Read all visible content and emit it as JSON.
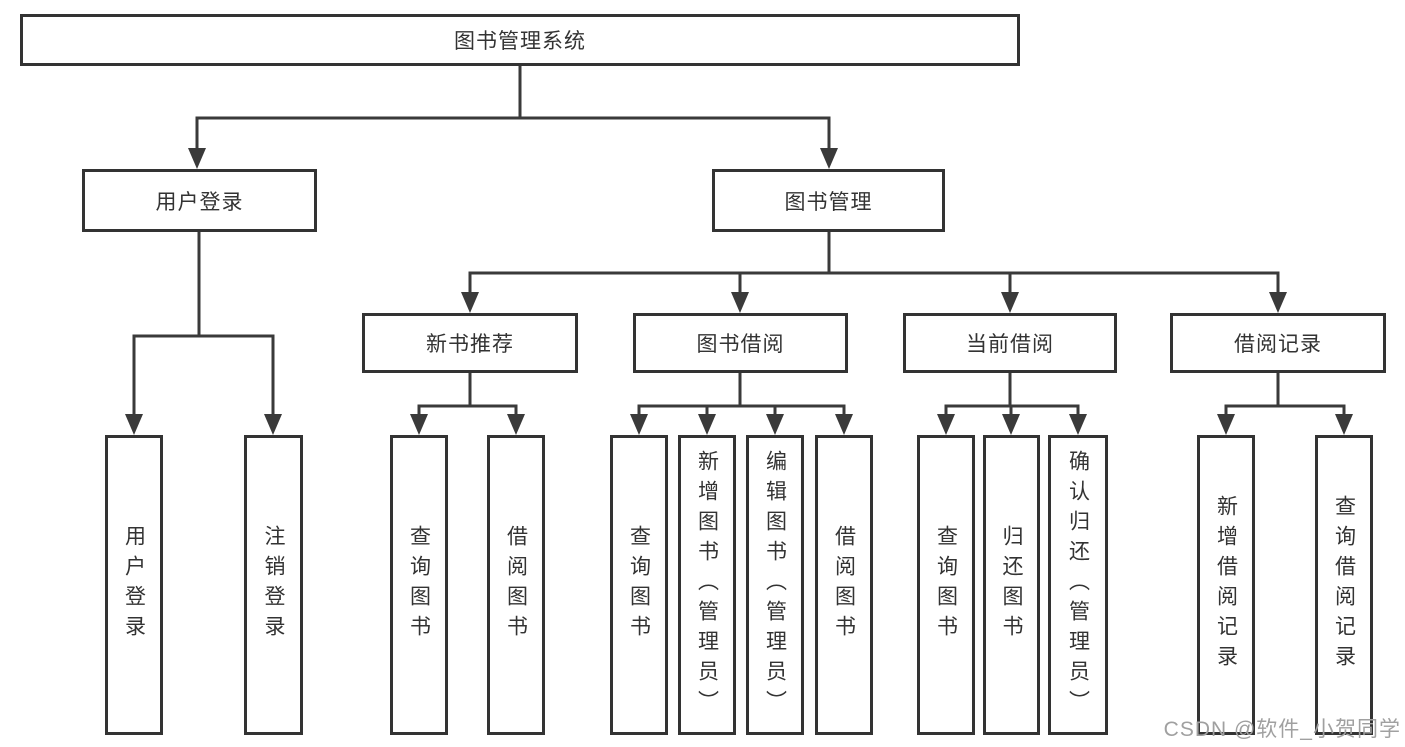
{
  "title": "图书管理系统",
  "tree": {
    "label": "图书管理系统",
    "children": [
      {
        "label": "用户登录",
        "children": [
          {
            "label": "用户登录"
          },
          {
            "label": "注销登录"
          }
        ]
      },
      {
        "label": "图书管理",
        "children": [
          {
            "label": "新书推荐",
            "children": [
              {
                "label": "查询图书"
              },
              {
                "label": "借阅图书"
              }
            ]
          },
          {
            "label": "图书借阅",
            "children": [
              {
                "label": "查询图书"
              },
              {
                "label": "新增图书（管理员）"
              },
              {
                "label": "编辑图书（管理员）"
              },
              {
                "label": "借阅图书"
              }
            ]
          },
          {
            "label": "当前借阅",
            "children": [
              {
                "label": "查询图书"
              },
              {
                "label": "归还图书"
              },
              {
                "label": "确认归还（管理员）"
              }
            ]
          },
          {
            "label": "借阅记录",
            "children": [
              {
                "label": "新增借阅记录"
              },
              {
                "label": "查询借阅记录"
              }
            ]
          }
        ]
      }
    ]
  },
  "watermark": "CSDN @软件_小贺同学",
  "colors": {
    "line": "#3a3a3a",
    "box_border": "#333333",
    "box_fill": "#ffffff",
    "text": "#333333",
    "watermark": "#a0a0a0",
    "bg": "#ffffff"
  }
}
